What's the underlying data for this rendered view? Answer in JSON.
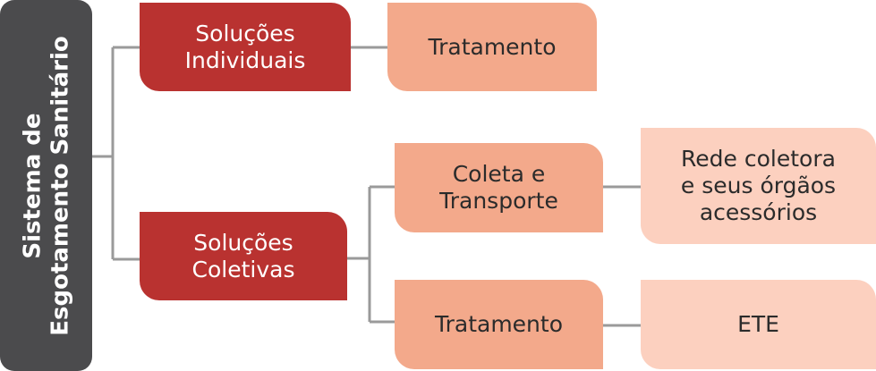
{
  "colors": {
    "root": "#4b4b4d",
    "level1": "#b93230",
    "level2": "#f3a98b",
    "level3": "#fcd0bf",
    "connector": "#9a9a9a"
  },
  "root": {
    "label": "Sistema de\nEsgotamento Sanitário"
  },
  "individual": {
    "label": "Soluções\nIndividuais",
    "child": {
      "label": "Tratamento"
    }
  },
  "coletivas": {
    "label": "Soluções\nColetivas",
    "children": [
      {
        "label": "Coleta e\nTransporte",
        "result": "Rede coletora\ne seus órgãos\nacessórios"
      },
      {
        "label": "Tratamento",
        "result": "ETE"
      }
    ]
  }
}
